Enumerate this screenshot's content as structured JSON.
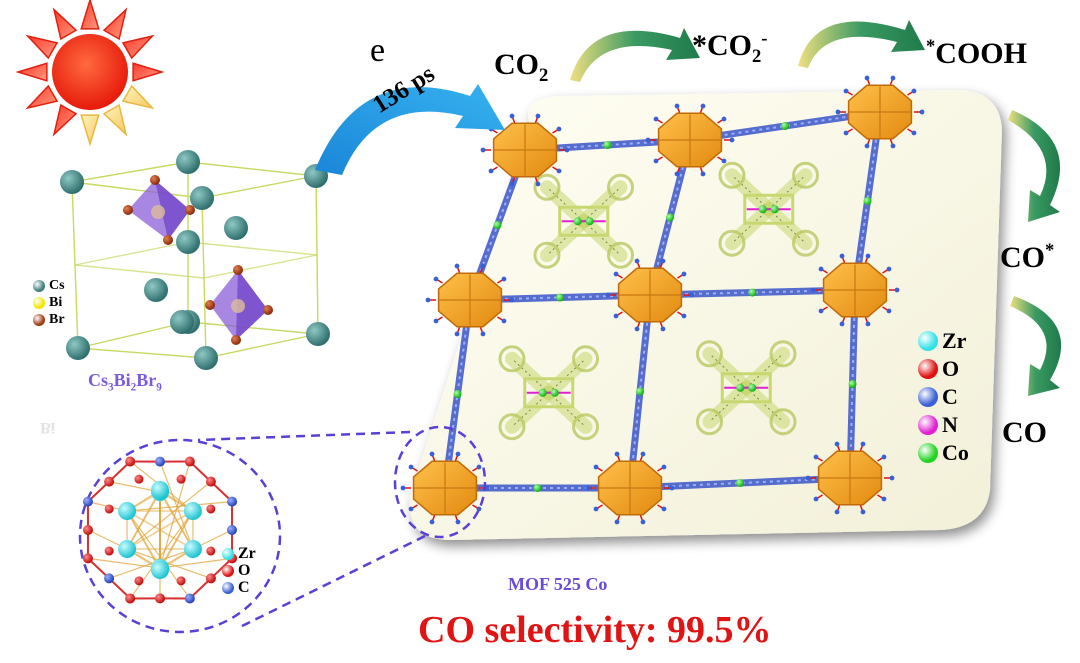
{
  "labels": {
    "electron": "e",
    "transfer_time": "136 ps",
    "co2": "CO",
    "co2_sub": "2",
    "co2_ads_star": "*",
    "co2_ads": "CO",
    "co2_ads_sub": "2",
    "co2_ads_sup": "-",
    "cooh_star": "*",
    "cooh": "COOH",
    "co_ads": "CO",
    "co_ads_sup": "*",
    "co": "CO",
    "perovskite_cs": "Cs",
    "perovskite_cs_sub": "3",
    "perovskite_bi": "Bi",
    "perovskite_bi_sub": "2",
    "perovskite_br": "Br",
    "perovskite_br_sub": "9",
    "mof_name": "MOF 525 Co",
    "selectivity": "CO selectivity: 99.5%"
  },
  "legend_cs3bi2br9": [
    {
      "symbol": "Cs",
      "color": "#3e7f7e"
    },
    {
      "symbol": "Bi",
      "color": "#f2e600"
    },
    {
      "symbol": "Br",
      "color": "#a13a12"
    }
  ],
  "legend_mof": [
    {
      "symbol": "Zr",
      "color": "#33e1e6"
    },
    {
      "symbol": "O",
      "color": "#e01010"
    },
    {
      "symbol": "C",
      "color": "#3a5fd6"
    },
    {
      "symbol": "N",
      "color": "#e020d0"
    },
    {
      "symbol": "Co",
      "color": "#22d422"
    }
  ],
  "legend_cluster": [
    {
      "symbol": "Zr",
      "color": "#33e1e6"
    },
    {
      "symbol": "O",
      "color": "#e01010"
    },
    {
      "symbol": "C",
      "color": "#3a5fd6"
    }
  ],
  "colors": {
    "sun": "#f22a10",
    "zr_node": "#f4a21c",
    "linker": "#3a55c8",
    "porphyrin": "#c8d870",
    "perovskite_octahedron": "#8a5fd8",
    "dashed": "#5a40d6",
    "selectivity_text": "#e01414",
    "mof_text": "#6a4ad8"
  }
}
